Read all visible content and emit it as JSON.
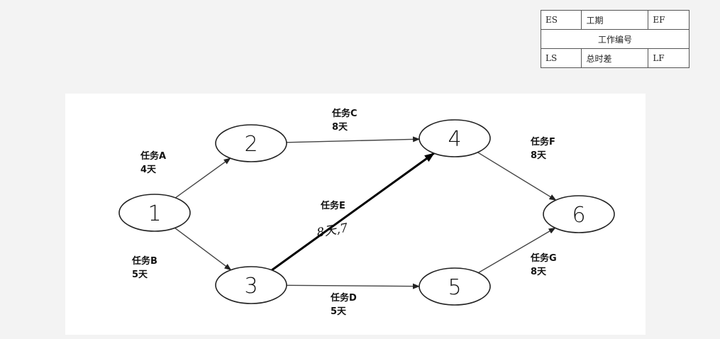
{
  "legend": {
    "es": "ES",
    "duration": "工期",
    "ef": "EF",
    "task_id": "工作编号",
    "ls": "LS",
    "total_float": "总时差",
    "lf": "LF"
  },
  "nodes": [
    {
      "id": "1",
      "label": "1"
    },
    {
      "id": "2",
      "label": "2"
    },
    {
      "id": "3",
      "label": "3"
    },
    {
      "id": "4",
      "label": "4"
    },
    {
      "id": "5",
      "label": "5"
    },
    {
      "id": "6",
      "label": "6"
    }
  ],
  "edges": [
    {
      "from": "1",
      "to": "2",
      "task": "任务A",
      "duration": "4天"
    },
    {
      "from": "1",
      "to": "3",
      "task": "任务B",
      "duration": "5天"
    },
    {
      "from": "2",
      "to": "4",
      "task": "任务C",
      "duration": "8天"
    },
    {
      "from": "3",
      "to": "5",
      "task": "任务D",
      "duration": "5天"
    },
    {
      "from": "3",
      "to": "4",
      "task": "任务E",
      "duration": "8天",
      "critical": true,
      "handwritten_note": "8天,7"
    },
    {
      "from": "4",
      "to": "6",
      "task": "任务F",
      "duration": "8天"
    },
    {
      "from": "5",
      "to": "6",
      "task": "任务G",
      "duration": "8天"
    }
  ]
}
